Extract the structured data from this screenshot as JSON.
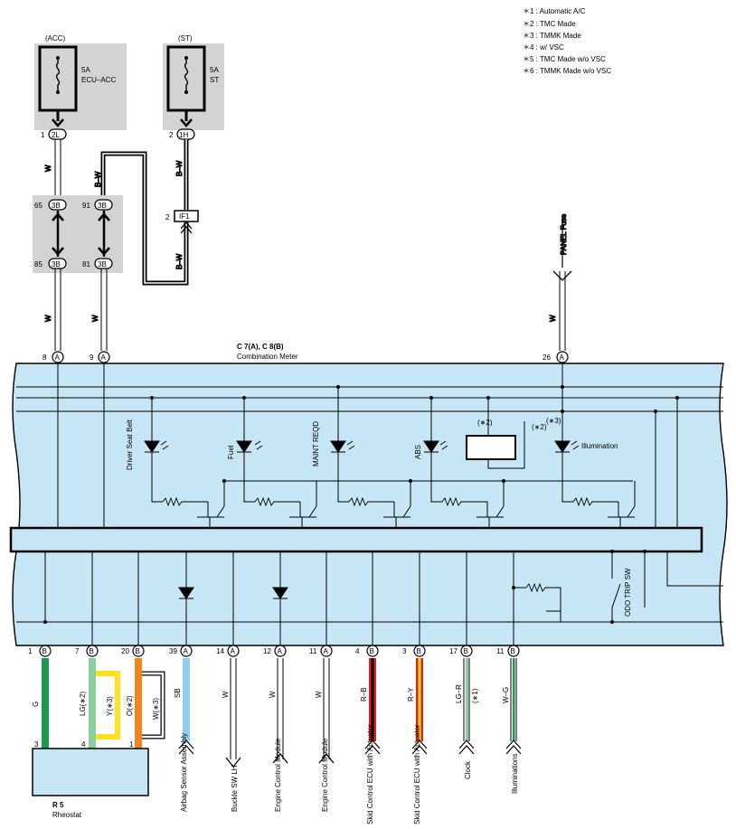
{
  "notes": [
    "＊1 : Automatic A/C",
    "＊2 : TMC Made",
    "＊3 : TMMK Made",
    "＊4 : w/ VSC",
    "＊5 : TMC Made w/o VSC",
    "＊6 : TMMK Made w/o VSC"
  ],
  "fuses": {
    "acc": {
      "group": "(ACC)",
      "rating": "5A",
      "name": "ECU–ACC",
      "pin": "1",
      "conn": "2L"
    },
    "st": {
      "group": "(ST)",
      "rating": "5A",
      "name": "ST",
      "pin": "2",
      "conn": "1H"
    }
  },
  "wires": {
    "w": "W",
    "bw": "B–W",
    "g": "G",
    "lg2": "LG(∗2)",
    "y3": "Y(∗3)",
    "o2": "O(∗2)",
    "w3": "W(∗3)",
    "sb": "SB",
    "rb": "R–B",
    "ry": "R–Y",
    "lgr": "LG–R",
    "wg": "W–G",
    "star1": "(∗1)"
  },
  "junctions": {
    "j1": {
      "pin": "2",
      "conn": "IF1"
    },
    "p65": {
      "pin": "65",
      "conn": "3B"
    },
    "p91": {
      "pin": "91",
      "conn": "3B"
    },
    "p85": {
      "pin": "85",
      "conn": "3B"
    },
    "p81": {
      "pin": "81",
      "conn": "3B"
    }
  },
  "panel_fuse": "PANEL Fuse",
  "meter": {
    "title": "C 7(A), C 8(B)",
    "name": "Combination Meter"
  },
  "top_pins": [
    {
      "num": "8",
      "letter": "A"
    },
    {
      "num": "9",
      "letter": "A"
    },
    {
      "num": "26",
      "letter": "A"
    }
  ],
  "indicators": {
    "driver": "Driver Seat Belt",
    "fuel": "Fuel",
    "maint": "MAINT REQD",
    "abs": "ABS",
    "illum": "Illumination",
    "star2a": "(∗2)",
    "star2b": "(∗2)",
    "star3": "(∗3)",
    "odo": "ODO TRIP SW"
  },
  "bottom_pins": [
    {
      "num": "1",
      "letter": "B"
    },
    {
      "num": "7",
      "letter": "B"
    },
    {
      "num": "20",
      "letter": "B"
    },
    {
      "num": "39",
      "letter": "A"
    },
    {
      "num": "14",
      "letter": "A"
    },
    {
      "num": "12",
      "letter": "A"
    },
    {
      "num": "11",
      "letter": "A"
    },
    {
      "num": "4",
      "letter": "B"
    },
    {
      "num": "3",
      "letter": "B"
    },
    {
      "num": "17",
      "letter": "B"
    },
    {
      "num": "11",
      "letter": "B"
    }
  ],
  "destinations": [
    "Airbag Sensor Assembly",
    "Buckle SW LH",
    "Engine Control Module",
    "Engine Control Module",
    "Skid Control ECU with Actuator",
    "Skid Control ECU with Actuator",
    "Clock",
    "Illuminations"
  ],
  "rheostat": {
    "code": "R 5",
    "name": "Rheostat",
    "pin3": "3",
    "pin4": "4",
    "pin1": "1"
  },
  "colors": {
    "meter_fill": "#c6e6f5",
    "fuse_bg": "#d2d3d5",
    "green": "#1a9a4a",
    "light_green": "#8ccf9c",
    "orange": "#f2861e",
    "yellow": "#ffe020",
    "sky": "#8fd0ef",
    "red": "#e02020"
  }
}
